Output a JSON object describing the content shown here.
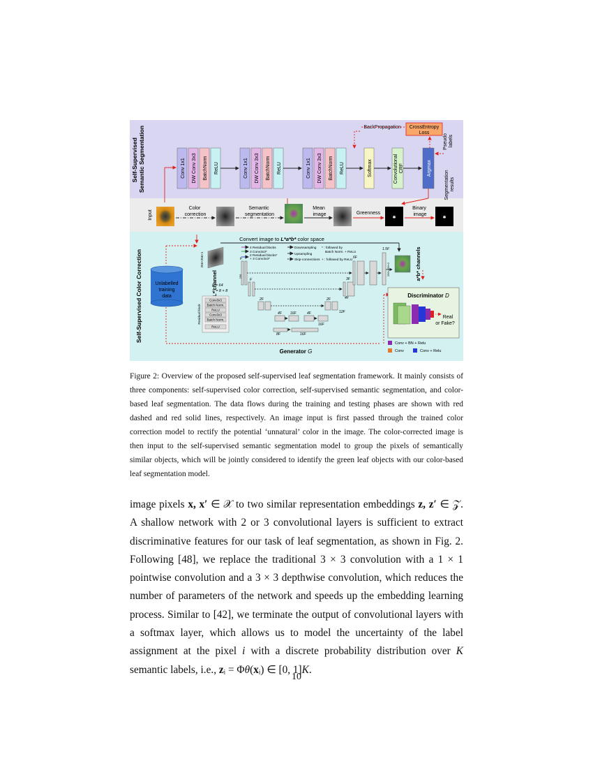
{
  "figure": {
    "top_section_label": "Self-Supervised Semantic Segmentation",
    "top_section_label_line1": "Self-Supervised",
    "top_section_label_line2": "Semantic Segmentation",
    "bottom_section_label": "Self-Supervised Color Correction",
    "blocks": [
      [
        "Conv 1x1",
        "DW Conv 3x3",
        "BatchNorm",
        "ReLU"
      ],
      [
        "Conv 1x1",
        "DW Conv 3x3",
        "BatchNorm",
        "ReLU"
      ],
      [
        "Conv 1x1",
        "DW Conv 3x3",
        "BatchNorm",
        "ReLU"
      ]
    ],
    "softmax": "Softmax",
    "crf_line1": "Convolutional",
    "crf_line2": "CRF",
    "argmax": "Argmax",
    "backprop": "BackPropagation",
    "crossentropy_line1": "CrossEntropy",
    "crossentropy_line2": "Loss",
    "pseudo_line1": "Pseudo",
    "pseudo_line2": "labels",
    "segres_line1": "Segmentation",
    "segres_line2": "results",
    "input_label": "Input",
    "color_correction_line1": "Color",
    "color_correction_line2": "correction",
    "semantic_seg_line1": "Semantic",
    "semantic_seg_line2": "segmentation",
    "mean_image_line1": "Mean",
    "mean_image_line2": "image",
    "greenness": "Greenness",
    "binary_image_line1": "Binary",
    "binary_image_line2": "image",
    "convert_prefix": "Convert image to ",
    "convert_space": "L*a*b*",
    "convert_suffix": " color space",
    "l_channel": "L* channel",
    "ab_channels": "a*b* channels",
    "unlabelled_line1": "Unlabelled",
    "unlabelled_line2": "training",
    "unlabelled_line3": "data",
    "legend_lines": [
      "4 Residual blocks",
      "3 Conv3x3*",
      "2 Residual blocks*",
      "+ 3 Conv3x3*"
    ],
    "legend_ops": [
      "Downsampling",
      "Upsampling",
      "Skip-connections"
    ],
    "legend_note1_line1": "* : followed by",
    "legend_note1_line2": "Batch Norm. + ReLU",
    "legend_note2": "+ : followed by ReLU",
    "residual_block_title": "Residual block",
    "residual_items": [
      "Conv3x3",
      "Batch Norm.",
      "ReLU",
      "Conv3x3",
      "Batch Norm.",
      "ReLU"
    ],
    "f_param": "F = 64",
    "s_param": "S = 8 × 8",
    "discriminator_label": "Discriminator ",
    "discriminator_symbol": "D",
    "real_fake_line1": "Real",
    "real_fake_line2": "or Fake?",
    "disc_legend": [
      "Conv + BN + Relu",
      "Conv",
      "Conv + Relu"
    ],
    "generator_label": "Generator ",
    "generator_symbol": "G",
    "dim_input": "256×256×1",
    "dim_output": "256×256×2",
    "feat_labels": [
      "F",
      "F",
      "2F",
      "2F",
      "4F",
      "4F",
      "8F",
      "16F",
      "16F",
      "16F",
      "12F",
      "6F",
      "4F",
      "3F",
      "1.5F"
    ],
    "colors": {
      "top_bg": "#d9d6f2",
      "mid_bg": "#ececec",
      "bottom_bg": "#d3f1f1",
      "conv1x1": "#bcb9ee",
      "dwconv": "#e3b6e8",
      "batchnorm": "#f3c3c8",
      "relu": "#c8f1f4",
      "softmax": "#f8f6c4",
      "crf": "#d6f3cb",
      "argmax": "#4f6cc9",
      "crossentropy": "#f9a66a",
      "red_arrow": "#e02020",
      "disc_purple": "#8a2bb0",
      "disc_orange": "#e5782a",
      "disc_blue": "#2538d6"
    }
  },
  "caption": {
    "label": "Figure 2:",
    "text": " Overview of the proposed self-supervised leaf segmentation framework. It mainly consists of three components: self-supervised color correction, self-supervised semantic segmentation, and color-based leaf segmentation. The data flows during the training and testing phases are shown with red dashed and red solid lines, respectively. An image input is first passed through the trained color correction model to rectify the potential ‘unnatural’ color in the image. The color-corrected image is then input to the self-supervised semantic segmentation model to group the pixels of semantically similar objects, which will be jointly considered to identify the green leaf objects with our color-based leaf segmentation model."
  },
  "body": {
    "t1": "image pixels ",
    "m1": "x, x′",
    "t2": " ∈ 𝒳 to two similar representation embeddings ",
    "m2": "z, z′",
    "t3": " ∈ 𝒵. A shallow network with 2 or 3 convolutional layers is sufficient to extract discriminative features for our task of leaf segmentation, as shown in Fig. 2. Following [48], we replace the traditional 3 × 3 convolution with a 1 × 1 pointwise convolution and a 3 × 3 depthwise convolution, which reduces the number of parameters of the network and speeds up the embedding learning process. Similar to [42], we terminate the output of convolutional layers with a softmax layer, which allows us to model the uncertainty of the label assignment at the pixel ",
    "m3": "i",
    "t4": " with a discrete probability distribution over ",
    "m4": "K",
    "t5": " semantic labels, i.e., ",
    "m5": "z",
    "t6": "ᵢ = Φ",
    "m6": "θ",
    "t7": "(",
    "m7": "x",
    "t8": "ᵢ) ∈ [0, 1]",
    "m8": "K",
    "t9": "."
  },
  "page_number": "10"
}
